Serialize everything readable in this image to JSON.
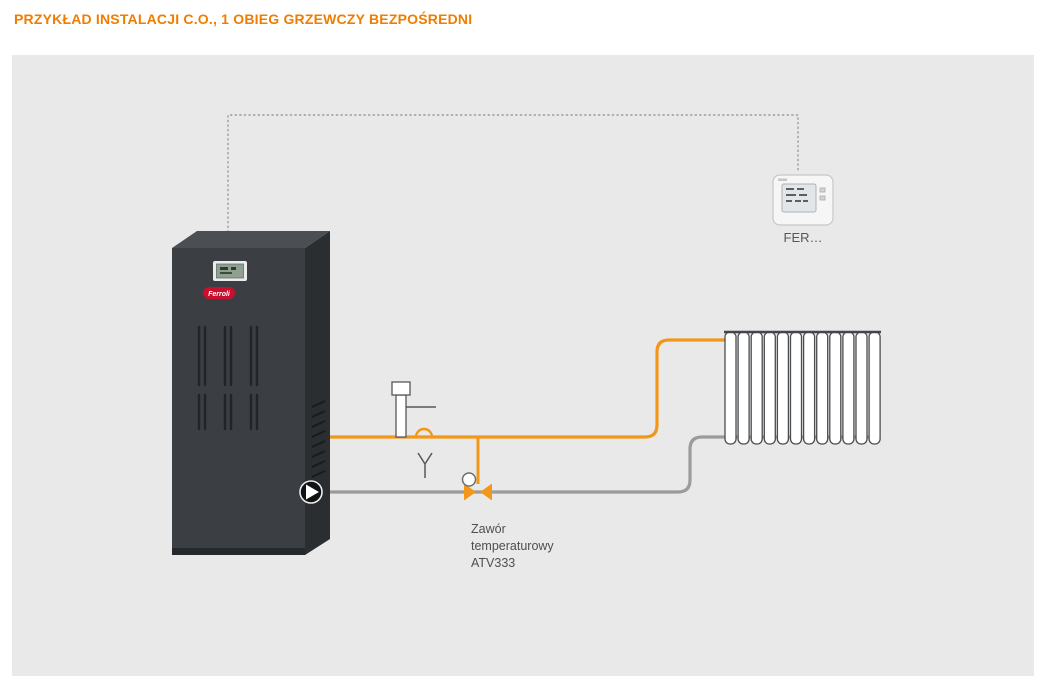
{
  "title": "PRZYKŁAD INSTALACJI C.O., 1 OBIEG GRZEWCZY BEZPOŚREDNI",
  "colors": {
    "title_accent": "#EF7D00",
    "panel_bg": "#E9E9E9",
    "pipe_supply": "#F39719",
    "pipe_return": "#9B9B9B",
    "control_line": "#9B9B9B",
    "valve_accent": "#F39719",
    "boiler_front": "#3B3E42",
    "boiler_side": "#2B2E31",
    "boiler_top": "#4B4F54",
    "radiator_outline": "#4A4D50",
    "label_text": "#515256"
  },
  "labels": {
    "thermostat": "FER…",
    "valve": [
      "Zawór",
      "temperaturowy",
      "ATV333"
    ],
    "boiler_logo": "Ferroli"
  },
  "diagram": {
    "radiator_sections": 12
  }
}
